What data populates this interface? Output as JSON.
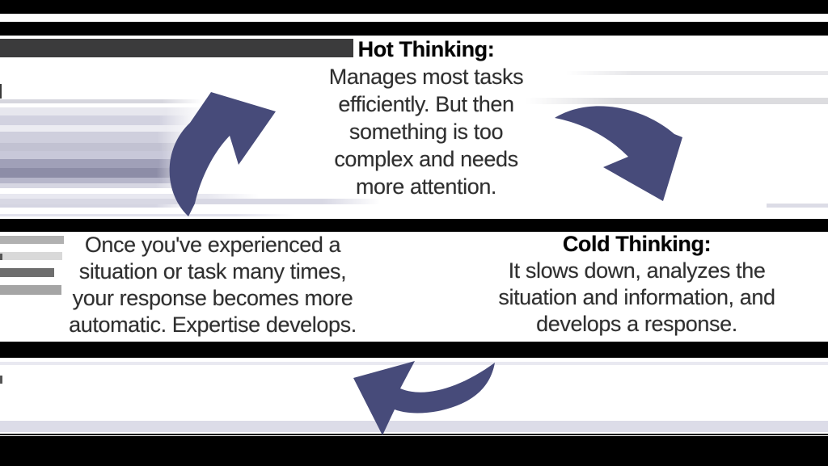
{
  "diagram": {
    "title_implied": "Hot vs Cold Thinking cycle",
    "colors": {
      "arrow": "#474b7a",
      "band_black": "#000000",
      "band_gray": "#3b3b3c",
      "body_text": "#2f2f2f"
    },
    "hot": {
      "title": "Hot Thinking:",
      "lines": [
        "Manages most tasks",
        "efficiently. But then",
        "something is too",
        "complex and needs",
        "more attention."
      ]
    },
    "cold": {
      "title": "Cold Thinking:",
      "lines": [
        "It slows down, analyzes the",
        "situation and information, and",
        "develops a response."
      ]
    },
    "experience": {
      "lines": [
        "Once you've experienced a",
        "situation or task many times,",
        "your response becomes more",
        "automatic. Expertise develops."
      ]
    }
  }
}
